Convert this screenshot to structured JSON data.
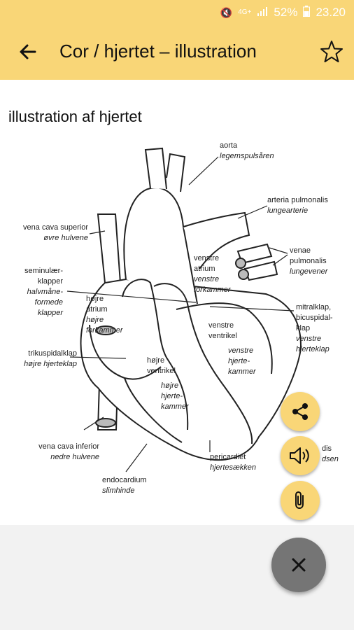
{
  "status_bar": {
    "battery": "52%",
    "time": "23.20",
    "signal_label": "4G+"
  },
  "app_bar": {
    "title": "Cor / hjertet – illustration"
  },
  "content": {
    "heading": "illustration af hjertet"
  },
  "labels": {
    "aorta": "aorta",
    "aorta_da": "legemspulsåren",
    "art_pulm": "arteria pulmonalis",
    "art_pulm_da": "lungearterie",
    "vcs": "vena cava superior",
    "vcs_da": "øvre hulvene",
    "venae": "venae",
    "pulmonales": "pulmonalis",
    "lungevener": "lungevener",
    "semi1": "seminulær-",
    "semi2": "klapper",
    "halv1": "halvmåne-",
    "halv2": "formede",
    "halv3": "klapper",
    "ven_atr1": "venstre",
    "ven_atr2": "atrium",
    "ven_atr3": "venstre",
    "ven_atr4": "forkammer",
    "hoj_atr1": "højre",
    "hoj_atr2": "atrium",
    "hoj_atr3": "højre",
    "hoj_atr4": "forkammer",
    "mitral1": "mitralklap,",
    "mitral2": "bicuspidal-",
    "mitral3": "klap",
    "mitral4": "venstre",
    "mitral5": "hjerteklap",
    "ven_vent1": "venstre",
    "ven_vent2": "ventrikel",
    "ven_vent3": "venstre",
    "ven_vent4": "hjerte-",
    "ven_vent5": "kammer",
    "trik": "trikuspidalklap",
    "trik_da": "højre hjerteklap",
    "hoj_vent1": "højre",
    "hoj_vent2": "ventrikel",
    "hoj_vent3": "højre",
    "hoj_vent4": "hjerte-",
    "hoj_vent5": "kammer",
    "vci": "vena cava inferior",
    "vci_da": "nedre hulvene",
    "peri": "pericardiet",
    "peri_da": "hjertesækken",
    "endo": "endocardium",
    "endo_da": "slimhinde",
    "myo": "dis",
    "myo_da": "dsen"
  },
  "fabs": {
    "share": "share-icon",
    "sound": "speaker-icon",
    "attach": "paperclip-icon",
    "close": "close-icon"
  },
  "colors": {
    "accent": "#f9d677",
    "close_fab": "#757575"
  }
}
